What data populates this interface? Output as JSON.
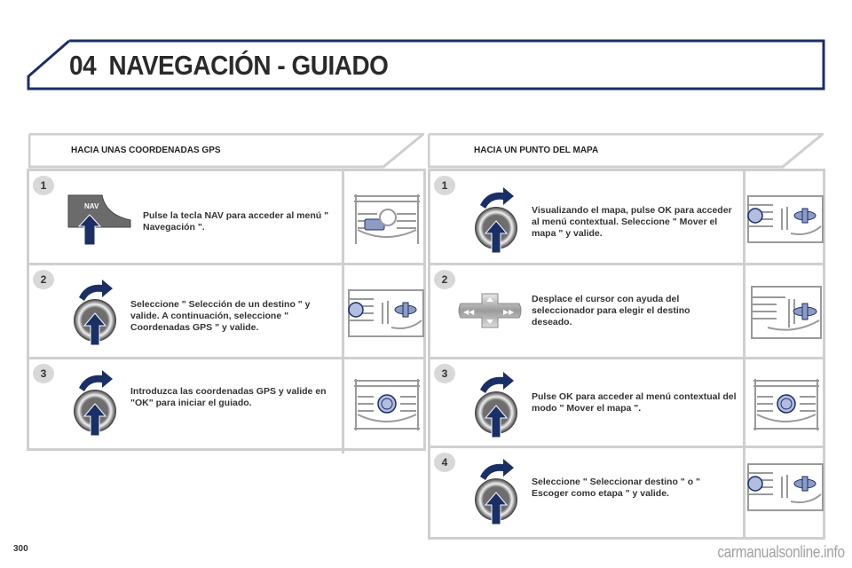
{
  "header": {
    "chapter_number": "04",
    "title": "NAVEGACIÓN - GUIADO",
    "border_color": "#1a2f66"
  },
  "sections": [
    {
      "heading": "HACIA UNAS COORDENADAS GPS",
      "steps": [
        {
          "number": "1",
          "icon": "nav-button-press-icon",
          "text": "Pulse la tecla NAV para acceder al menú \" Navegación \".",
          "nav_label": "NAV",
          "thumbnail": "console-nav-button-thumbnail"
        },
        {
          "number": "2",
          "icon": "rotary-knob-turn-press-icon",
          "text": "Seleccione \" Selección de un destino \" y valide. A continuación, seleccione \" Coordenadas GPS \" y valide.",
          "thumbnail": "console-knob-thumbnail"
        },
        {
          "number": "3",
          "icon": "rotary-knob-turn-press-icon",
          "text": "Introduzca las coordenadas GPS y valide en \"OK\" para iniciar el guiado.",
          "thumbnail": "console-center-knob-thumbnail"
        }
      ]
    },
    {
      "heading": "HACIA UN PUNTO DEL MAPA",
      "steps": [
        {
          "number": "1",
          "icon": "rotary-knob-turn-press-icon",
          "text": "Visualizando el mapa, pulse OK para acceder al menú contextual. Seleccione \" Mover el mapa \" y valide.",
          "thumbnail": "console-knob-thumbnail"
        },
        {
          "number": "2",
          "icon": "directional-pad-icon",
          "text": "Desplace el cursor con ayuda del seleccionador para elegir el destino deseado.",
          "thumbnail": "console-dpad-thumbnail"
        },
        {
          "number": "3",
          "icon": "rotary-knob-turn-press-icon",
          "text": "Pulse OK para acceder al menú contextual del modo \" Mover el mapa \".",
          "thumbnail": "console-center-knob-thumbnail"
        },
        {
          "number": "4",
          "icon": "rotary-knob-turn-press-icon",
          "text": "Seleccione \" Seleccionar destino \" o \" Escoger como etapa \" y valide.",
          "thumbnail": "console-knob-thumbnail"
        }
      ]
    }
  ],
  "footer": {
    "page_number": "300",
    "watermark": "carmanualsonline.info"
  },
  "colors": {
    "accent_navy": "#1a2f66",
    "panel_border": "#cfcfcf",
    "badge_bg": "#d8d8d8"
  }
}
